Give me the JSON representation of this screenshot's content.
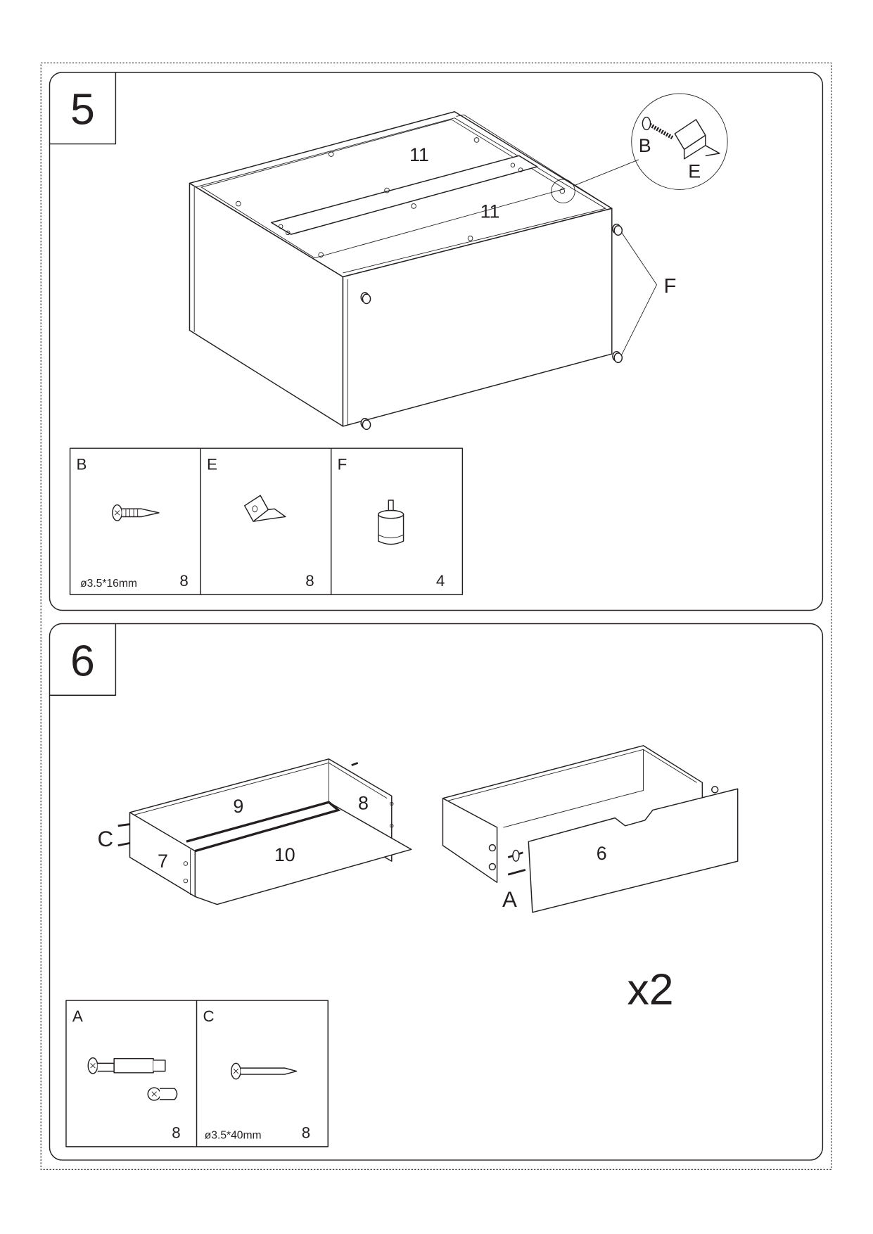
{
  "steps": [
    {
      "number": "5",
      "panel_labels": [
        "11",
        "11"
      ],
      "callouts": {
        "detail_b": "B",
        "detail_e": "E",
        "feet": "F"
      },
      "parts": [
        {
          "letter": "B",
          "spec": "ø3.5*16mm",
          "qty": "8",
          "icon": "countersunk-screw-icon"
        },
        {
          "letter": "E",
          "spec": "",
          "qty": "8",
          "icon": "angle-bracket-icon"
        },
        {
          "letter": "F",
          "spec": "",
          "qty": "4",
          "icon": "furniture-foot-icon"
        }
      ]
    },
    {
      "number": "6",
      "panel_labels": {
        "back": "9",
        "right_side": "8",
        "left_side": "7",
        "bottom": "10",
        "front": "6"
      },
      "callouts": {
        "screws": "C",
        "cam_fittings": "A"
      },
      "multiplier": "x2",
      "parts": [
        {
          "letter": "A",
          "spec": "",
          "qty": "8",
          "icon": "cam-lock-fitting-icon"
        },
        {
          "letter": "C",
          "spec": "ø3.5*40mm",
          "qty": "8",
          "icon": "long-screw-icon"
        }
      ]
    }
  ]
}
